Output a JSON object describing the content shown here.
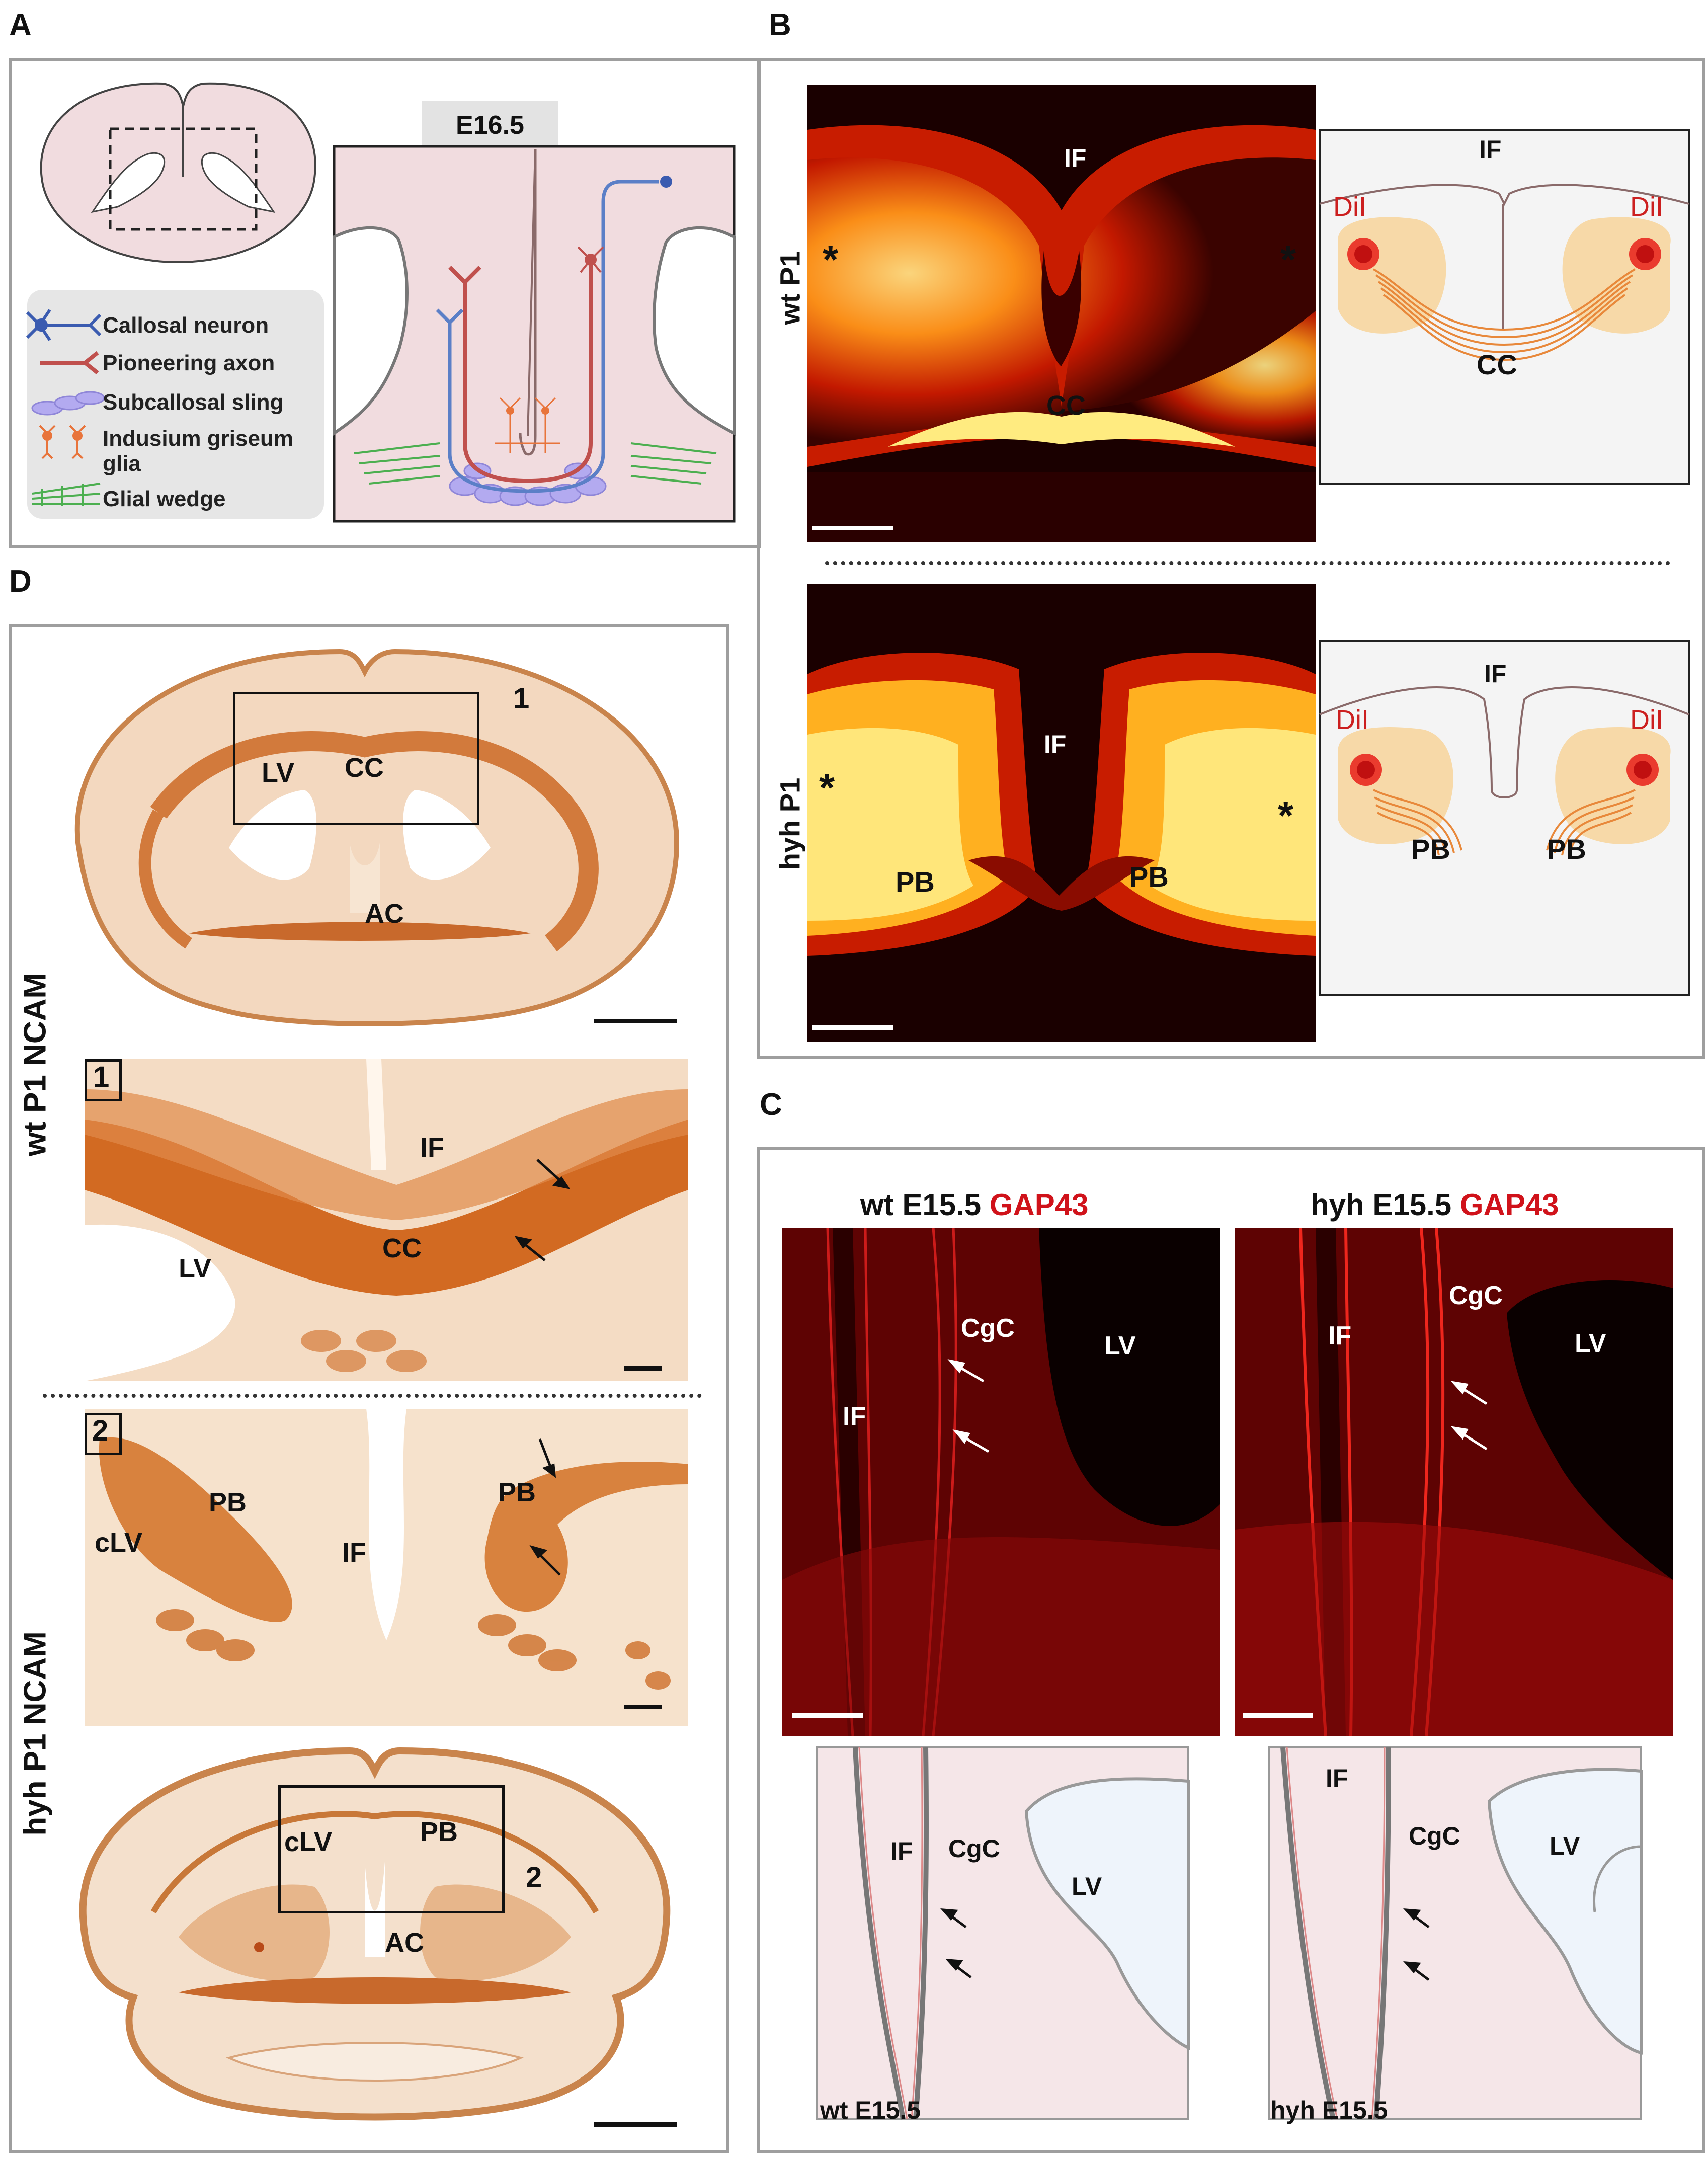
{
  "panels": {
    "A": {
      "letter": "A",
      "stage": "E16.5",
      "legend": [
        {
          "label": "Callosal neuron",
          "color": "#3a5bb0"
        },
        {
          "label": "Pioneering axon",
          "color": "#c0504d"
        },
        {
          "label": "Subcallosal sling",
          "color": "#8f86d8"
        },
        {
          "label": "Indusium griseum",
          "color": "#e8743b"
        },
        {
          "label": "glia",
          "color": "#e8743b"
        },
        {
          "label": "Glial wedge",
          "color": "#4caf50"
        }
      ]
    },
    "B": {
      "letter": "B",
      "wt_label": "wt P1",
      "hyh_label": "hyh P1",
      "IF": "IF",
      "CC": "CC",
      "PB": "PB",
      "DiI": "DiI",
      "asterisk": "*"
    },
    "C": {
      "letter": "C",
      "wt_title": "wt E15.5",
      "hyh_title": "hyh E15.5",
      "marker": "GAP43",
      "IF": "IF",
      "CgC": "CgC",
      "LV": "LV",
      "wt_caption": "wt E15.5",
      "hyh_caption": "hyh E15.5"
    },
    "D": {
      "letter": "D",
      "wt_label": "wt P1 NCAM",
      "hyh_label": "hyh P1 NCAM",
      "box1": "1",
      "box2": "2",
      "LV": "LV",
      "CC": "CC",
      "AC": "AC",
      "IF": "IF",
      "PB": "PB",
      "cLV": "cLV"
    }
  },
  "colors": {
    "border": "#9e9e9e",
    "tissue_pink": "#f1dcdf",
    "ncam_orange": "#d9772f",
    "gap43_red": "#d0121a",
    "dii_red": "#cc1f1f"
  }
}
